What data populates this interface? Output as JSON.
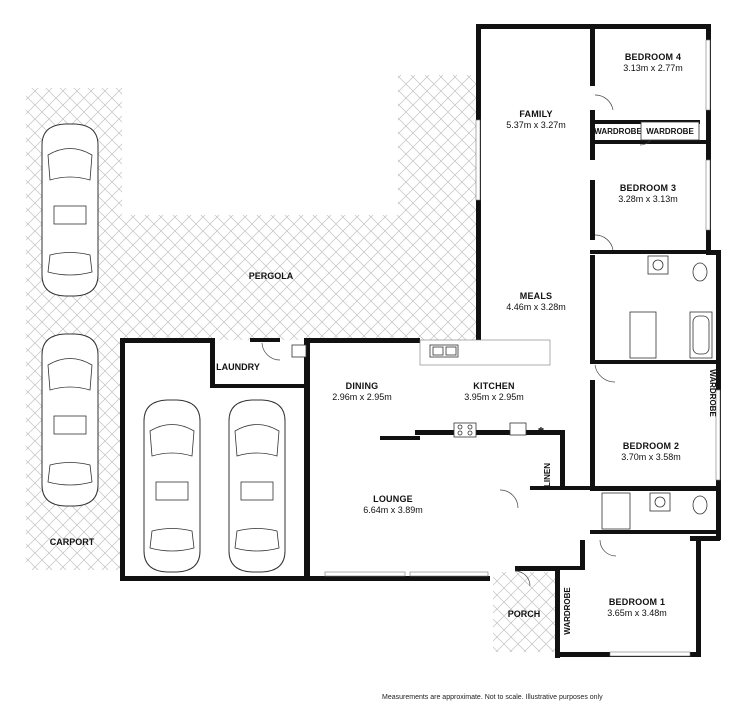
{
  "rooms": {
    "bedroom4": {
      "label": "BEDROOM 4",
      "dims": "3.13m x 2.77m"
    },
    "family": {
      "label": "FAMILY",
      "dims": "5.37m x 3.27m"
    },
    "bedroom3": {
      "label": "BEDROOM 3",
      "dims": "3.28m x 3.13m"
    },
    "meals": {
      "label": "MEALS",
      "dims": "4.46m x 3.28m"
    },
    "dining": {
      "label": "DINING",
      "dims": "2.96m x 2.95m"
    },
    "kitchen": {
      "label": "KITCHEN",
      "dims": "3.95m x 2.95m"
    },
    "bedroom2": {
      "label": "BEDROOM 2",
      "dims": "3.70m x 3.58m"
    },
    "lounge": {
      "label": "LOUNGE",
      "dims": "6.64m x 3.89m"
    },
    "bedroom1": {
      "label": "BEDROOM 1",
      "dims": "3.65m x 3.48m"
    }
  },
  "areas": {
    "pergola": "PERGOLA",
    "laundry": "LAUNDRY",
    "carport": "CARPORT",
    "porch": "PORCH",
    "linen": "LINEN"
  },
  "wardrobes": {
    "bed4_left": "WARDROBE",
    "bed4_right": "WARDROBE",
    "bed2": "WARDROBE",
    "bed1": "WARDROBE"
  },
  "footer_note": "Measurements are approximate.  Not to scale.  Illustrative purposes only",
  "icons": [
    "car-icon",
    "stove-icon",
    "sink-icon",
    "toilet-icon",
    "basin-icon",
    "bathtub-icon",
    "shower-icon",
    "fridge-icon"
  ],
  "colors": {
    "wall": "#111111",
    "hatch": "#bdbdbd",
    "background": "#ffffff"
  }
}
